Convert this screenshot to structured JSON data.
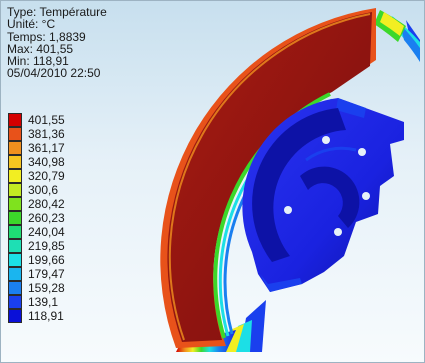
{
  "info": {
    "type_line": "Type: Température",
    "unit_line": "Unité: °C",
    "time_line": "Temps: 1,8839",
    "max_line": "Max: 401,55",
    "min_line": "Min: 118,91",
    "date_line": "05/04/2010 22:50"
  },
  "legend": {
    "levels": [
      {
        "label": "401,55",
        "color": "#d40000"
      },
      {
        "label": "381,36",
        "color": "#e8521a"
      },
      {
        "label": "361,17",
        "color": "#f0901e"
      },
      {
        "label": "340,98",
        "color": "#f6c520"
      },
      {
        "label": "320,79",
        "color": "#f2ee22"
      },
      {
        "label": "300,6",
        "color": "#c3ea22"
      },
      {
        "label": "280,42",
        "color": "#7fe21e"
      },
      {
        "label": "260,23",
        "color": "#3cd82a"
      },
      {
        "label": "240,04",
        "color": "#1fdc74"
      },
      {
        "label": "219,85",
        "color": "#1edfb4"
      },
      {
        "label": "199,66",
        "color": "#1cdfe6"
      },
      {
        "label": "179,47",
        "color": "#1ab5ef"
      },
      {
        "label": "159,28",
        "color": "#1a7ff0"
      },
      {
        "label": "139,1",
        "color": "#1a3fee"
      },
      {
        "label": "118,91",
        "color": "#0a10d8"
      }
    ]
  },
  "colors": {
    "hot_face": "#8e1410",
    "hot_face_light": "#a81c12",
    "cold_hub": "#1a22e0",
    "cold_hub_dark": "#0d12a6"
  },
  "model": {
    "icon": "brake-disc-thermal-model"
  }
}
